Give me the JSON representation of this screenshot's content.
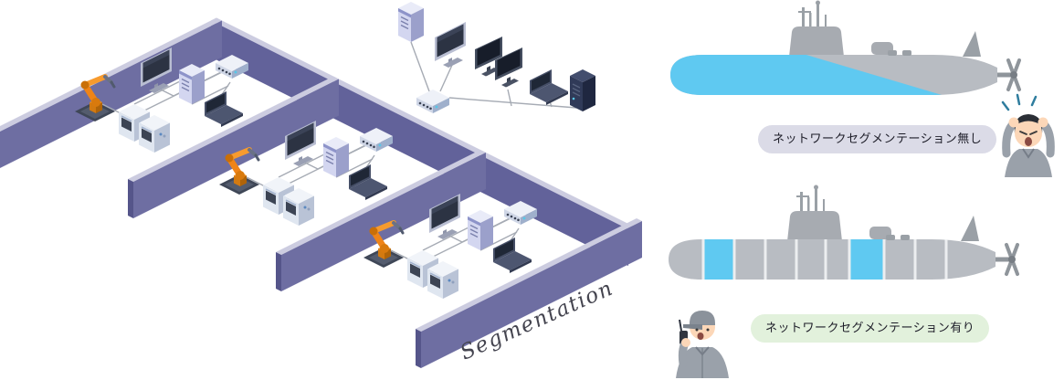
{
  "illustration": {
    "segmentation_caption": "Segmentation",
    "no_segmentation_label": "ネットワークセグメンテーション無し",
    "with_segmentation_label": "ネットワークセグメンテーション有り"
  },
  "colors": {
    "wall_face": "#6e6ea2",
    "wall_top": "#cccce0",
    "robot_arm_orange": "#ef8418",
    "water_blue": "#5fc9f1",
    "submarine_gray": "#b8bcc2",
    "no_segmentation_pill_bg": "#dbdbe7",
    "with_segmentation_pill_bg": "#e2f1dc"
  },
  "icons": [
    "robot-arm-icon",
    "cnc-machine-icon",
    "monitor-icon",
    "server-icon",
    "network-switch-icon",
    "laptop-icon",
    "dual-monitor-icon",
    "server-rack-icon",
    "submarine-icon",
    "periscope-mast-icon",
    "propeller-icon",
    "distressed-person-icon",
    "operator-person-icon"
  ]
}
